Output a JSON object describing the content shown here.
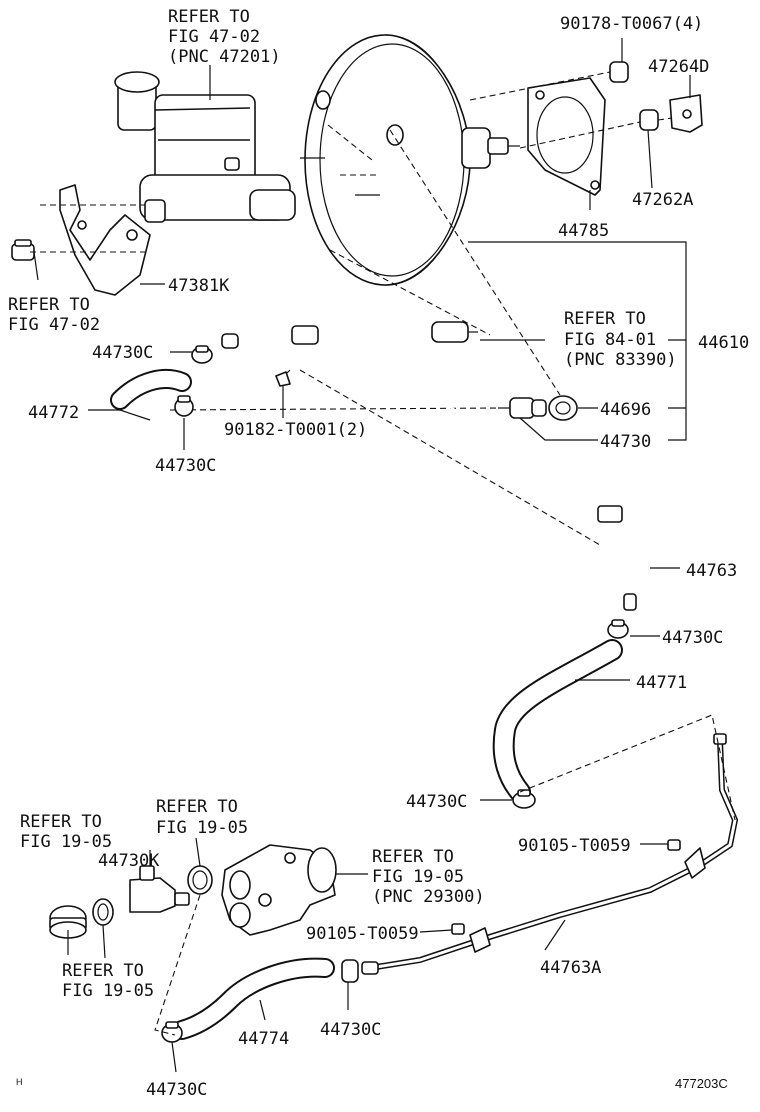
{
  "labels": {
    "refer_mc_1": "REFER TO",
    "refer_mc_2": "FIG 47-02",
    "refer_mc_3": "(PNC 47201)",
    "p_90178": "90178-T0067(4)",
    "p_47264d": "47264D",
    "p_47262a": "47262A",
    "p_44785": "44785",
    "p_47381k": "47381K",
    "refer_4702_1": "REFER TO",
    "refer_4702_2": "FIG 47-02",
    "refer_8401_1": "REFER TO",
    "refer_8401_2": "FIG 84-01",
    "refer_8401_3": "(PNC 83390)",
    "p_44610": "44610",
    "p_44730c_a": "44730C",
    "p_44772": "44772",
    "p_90182": "90182-T0001(2)",
    "p_44696": "44696",
    "p_44730": "44730",
    "p_44730c_b": "44730C",
    "p_44763": "44763",
    "p_44730c_c": "44730C",
    "p_44771": "44771",
    "p_44730c_d": "44730C",
    "p_90105_a": "90105-T0059",
    "refer_1905a_1": "REFER TO",
    "refer_1905a_2": "FIG 19-05",
    "refer_1905b_1": "REFER TO",
    "refer_1905b_2": "FIG 19-05",
    "p_44730k": "44730K",
    "refer_pump_1": "REFER TO",
    "refer_pump_2": "FIG 19-05",
    "refer_pump_3": "(PNC 29300)",
    "p_90105_b": "90105-T0059",
    "p_44763a": "44763A",
    "refer_1905c_1": "REFER TO",
    "refer_1905c_2": "FIG 19-05",
    "p_44774": "44774",
    "p_44730c_e": "44730C",
    "p_44730c_f": "44730C",
    "corner_mark": "H",
    "figure_code": "477203C"
  }
}
